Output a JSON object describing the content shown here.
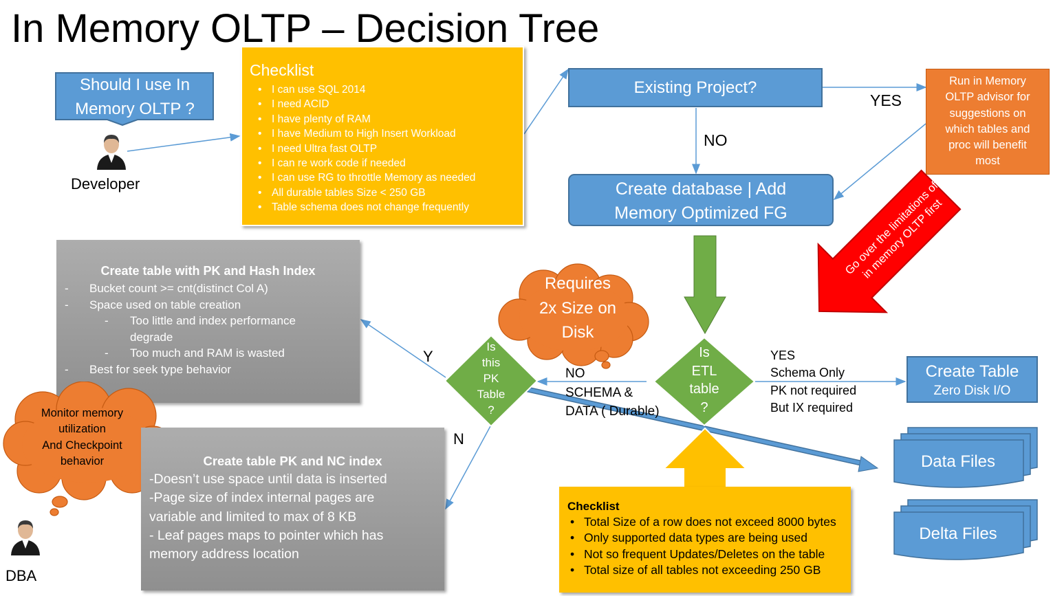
{
  "title": "In Memory OLTP – Decision Tree",
  "question": {
    "line1": "Should I use In",
    "line2": "Memory OLTP ?"
  },
  "developer_label": "Developer",
  "dba_label": "DBA",
  "checklist_top": {
    "heading": "Checklist",
    "items": [
      "I can use SQL 2014",
      "I need ACID",
      "I have plenty of RAM",
      "I have Medium to High Insert Workload",
      "I need Ultra fast OLTP",
      "I can re work code if needed",
      "I can use RG to throttle Memory as needed",
      "All durable tables Size < 250 GB",
      "Table schema does not change frequently"
    ]
  },
  "existing_project": "Existing Project?",
  "yes_label": "YES",
  "no_label": "NO",
  "advisor_box": {
    "lines": [
      "Run in Memory",
      "OLTP advisor for",
      "suggestions on",
      "which tables and",
      "proc will benefit",
      "most"
    ]
  },
  "create_db": {
    "line1": "Create database | Add",
    "line2": "Memory Optimized FG"
  },
  "red_arrow": {
    "line1": "Go over the limitations of",
    "line2": "in memory OLTP first"
  },
  "hash_box": {
    "heading": "Create table with PK and Hash Index",
    "items": [
      {
        "level": 1,
        "text": "Bucket count >= cnt(distinct Col A)"
      },
      {
        "level": 1,
        "text": "Space used on table creation"
      },
      {
        "level": 2,
        "text": "Too little and index performance"
      },
      {
        "level": 0,
        "text": "degrade"
      },
      {
        "level": 2,
        "text": "Too much and RAM is wasted"
      },
      {
        "level": 1,
        "text": "Best for seek type behavior"
      }
    ]
  },
  "cloud_size": {
    "lines": [
      "Requires",
      "2x Size on",
      "Disk"
    ]
  },
  "cloud_monitor": {
    "lines": [
      "Monitor memory",
      "utilization",
      "And Checkpoint",
      "behavior"
    ]
  },
  "pk_diamond": {
    "lines": [
      "Is",
      "this",
      "PK",
      "Table",
      "?"
    ]
  },
  "etl_diamond": {
    "lines": [
      "Is",
      "ETL",
      "table",
      "?"
    ]
  },
  "y_label": "Y",
  "n_label": "N",
  "no_schema_label": {
    "lines": [
      "NO",
      "SCHEMA &",
      "DATA ( Durable)"
    ]
  },
  "yes_schema_label": {
    "lines": [
      "YES",
      "Schema Only",
      "PK not required",
      "But IX required"
    ]
  },
  "create_table_box": {
    "line1": "Create Table",
    "line2": "Zero Disk I/O"
  },
  "data_files": "Data Files",
  "delta_files": "Delta Files",
  "nc_box": {
    "heading": "Create table PK and NC index",
    "lines": [
      "-Doesn’t use space until data is inserted",
      "-Page size of index internal pages are",
      "variable and limited to max of 8 KB",
      "- Leaf pages maps to pointer which has",
      "memory address location"
    ]
  },
  "checklist_bottom": {
    "heading": "Checklist",
    "items": [
      "Total Size of a row does not exceed 8000 bytes",
      "Only supported data types are being used",
      "Not so frequent Updates/Deletes on the table",
      "Total size of all tables not exceeding 250 GB"
    ]
  },
  "colors": {
    "blue": "#5b9bd5",
    "orange": "#ed7d31",
    "yellow": "#ffc000",
    "green": "#70ad47",
    "red": "#ff0000",
    "gray": "#a5a5a5"
  }
}
